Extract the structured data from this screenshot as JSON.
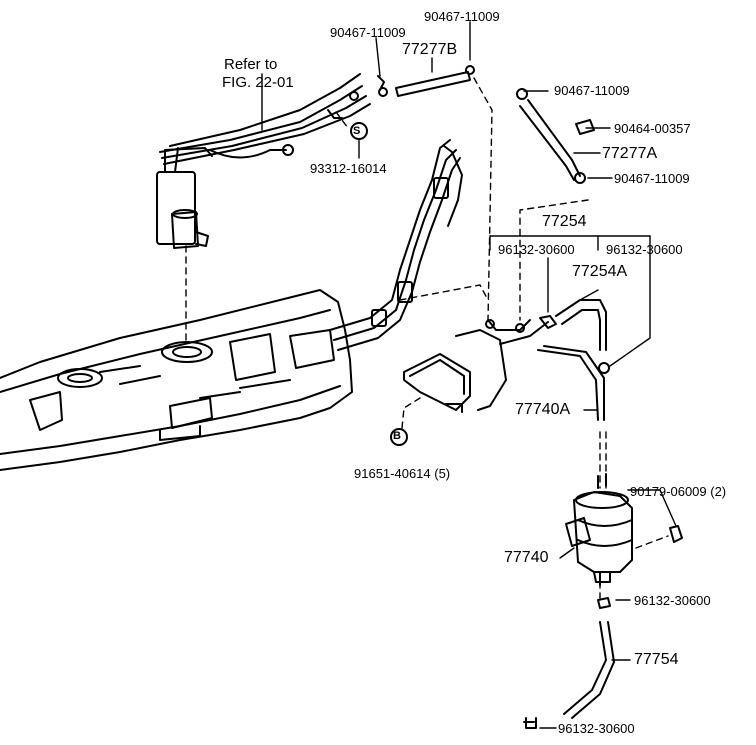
{
  "labels": {
    "p90467_top_left": "90467-11009",
    "p90467_top_right": "90467-11009",
    "p77277B": "77277B",
    "refer_to": "Refer to",
    "fig": "FIG. 22-01",
    "p90467_right_a": "90467-11009",
    "p90464": "90464-00357",
    "p77277A": "77277A",
    "p90467_right_b": "90467-11009",
    "p93312": "93312-16014",
    "marker_s": "S",
    "p77254": "77254",
    "p96132_a": "96132-30600",
    "p96132_b": "96132-30600",
    "p77254A": "77254A",
    "p77740A": "77740A",
    "marker_b": "B",
    "p91651": "91651-40614 (5)",
    "p90179": "90179-06009 (2)",
    "p77740": "77740",
    "p96132_c": "96132-30600",
    "p77754": "77754",
    "p96132_d": "96132-30600"
  },
  "colors": {
    "ink": "#000000",
    "paper": "#ffffff"
  }
}
